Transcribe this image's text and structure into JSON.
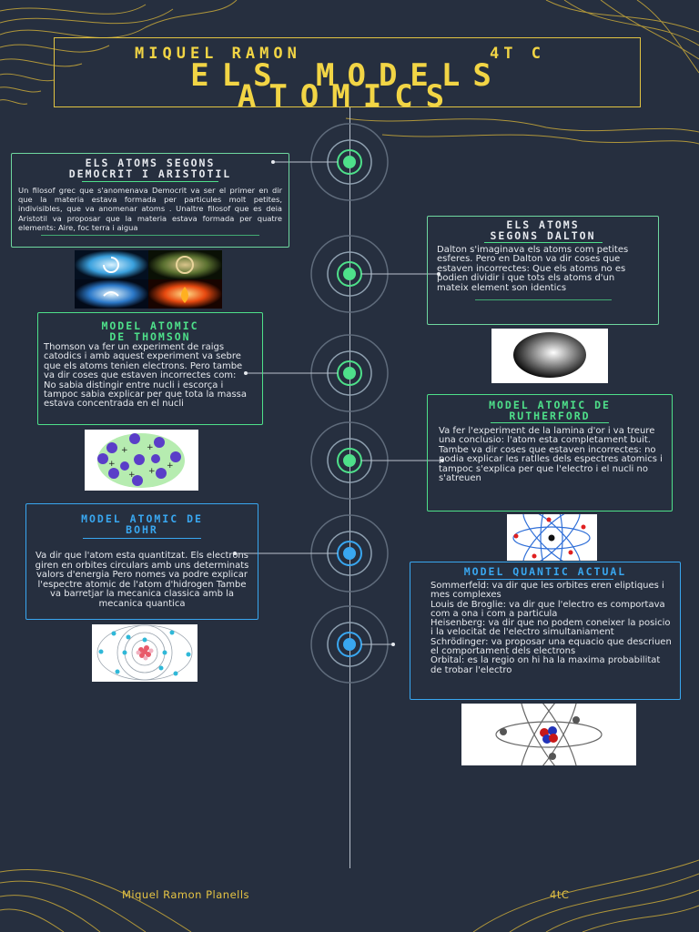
{
  "header": {
    "author": "MIQUEL RAMON",
    "class": "4T C",
    "title_line1": "ELS MODELS",
    "title_line2": "ATOMICS"
  },
  "colors": {
    "background": "#262f3f",
    "gold": "#f2d545",
    "green": "#4ee08a",
    "blue": "#39a7f0",
    "line": "#b9c1cc"
  },
  "cards": {
    "democrit": {
      "title_line1": "ELS ATOMS SEGONS",
      "title_line2": "DEMOCRIT I ARISTOTIL",
      "body": "Un filosof grec que s'anomenava Democrit va ser el primer en dir que la materia estava formada per particules molt petites, indivisibles, que va anomenar atoms . Unaltre filosof que es deia Aristotil va proposar que la materia estava formada per quatre elements: Aire, foc terra i aigua"
    },
    "dalton": {
      "title_line1": "ELS ATOMS",
      "title_line2": "SEGONS DALTON",
      "body": "Dalton s'imaginava els atoms com petites esferes. Pero en Dalton va dir coses que estaven incorrectes: Que els atoms no es podien dividir i que tots els atoms d'un mateix element son identics"
    },
    "thomson": {
      "title_line1": "MODEL ATOMIC",
      "title_line2": "DE THOMSON",
      "body": "Thomson va fer un experiment de raigs catodics i amb aquest experiment va sebre que els atoms tenien electrons. Pero tambe va dir coses que estaven incorrectes com: No sabia distingir entre nucli i escorça i tampoc sabia explicar per que tota la massa estava concentrada en el nucli"
    },
    "rutherford": {
      "title_line1": "MODEL ATOMIC DE",
      "title_line2": "RUTHERFORD",
      "body": "Va fer l'experiment de la lamina d'or i va treure una conclusio: l'atom esta completament buit. Tambe va dir coses que estaven incorrectes: no podia explicar les ratlles dels espectres atomics i tampoc s'explica per que l'electro i el nucli no s'atreuen"
    },
    "bohr": {
      "title_line1": "MODEL ATOMIC DE",
      "title_line2": "BOHR",
      "body": "Va dir que l'atom esta quantitzat. Els electrons giren en orbites circulars amb uns determinats valors d'energia Pero nomes va podre explicar l'espectre atomic de l'atom d'hidrogen Tambe va barretjar la mecanica classica amb la mecanica quantica"
    },
    "quantic": {
      "title_line1": "MODEL QUANTIC ACTUAL",
      "lines": [
        "Sommerfeld: va dir que les orbites eren eliptiques i mes complexes",
        "Louis de Broglie: va dir que l'electro es comportava com a ona i com a particula",
        "Heisenberg: va dir que no podem coneixer la posicio i la velocitat de l'electro simultaniament",
        "Schrödinger: va proposar una equacio que descriuen el comportament dels electrons",
        "Orbital: es la regio on hi ha la maxima probabilitat de trobar l'electro"
      ]
    }
  },
  "footer": {
    "name": "Miquel Ramon Planells",
    "class": "4tC"
  }
}
